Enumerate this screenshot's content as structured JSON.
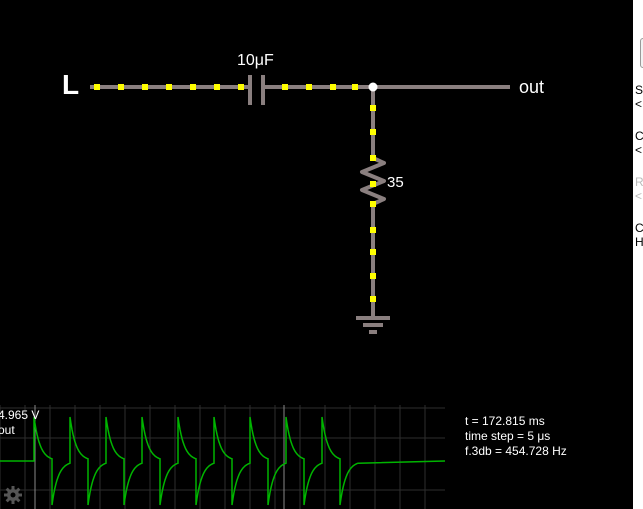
{
  "circuit": {
    "input_label": "L",
    "capacitor_label": "10μF",
    "resistor_label": "35",
    "output_label": "out"
  },
  "scope": {
    "max_voltage": "4.965 V",
    "probe_name": "out"
  },
  "sim_info": {
    "time": "t = 172.815 ms",
    "time_step": "time step = 5 μs",
    "f3db": "f.3db = 454.728 Hz"
  },
  "side_panel": {
    "chars": [
      "S",
      "<",
      "C",
      "<",
      "R",
      "<",
      "C",
      "H"
    ]
  },
  "colors": {
    "wire": "#8a7f7f",
    "current_dot": "#ffff00",
    "trace": "#00b400",
    "grid": "#2e2e2e"
  },
  "icons": {
    "settings": "gear-icon"
  }
}
